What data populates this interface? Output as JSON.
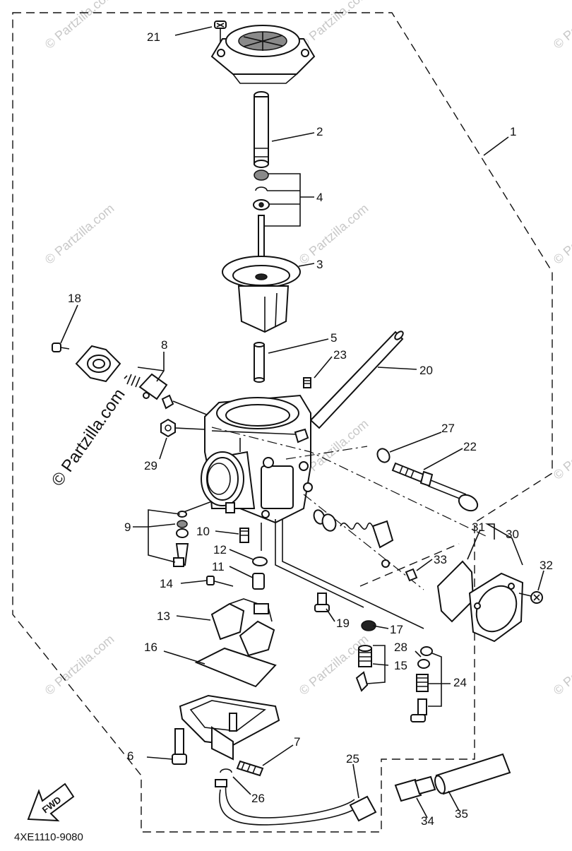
{
  "diagram_code": "4XE1110-9080",
  "fwd_label": "FWD",
  "watermark": "© Partzilla.com",
  "callouts": [
    "1",
    "2",
    "3",
    "4",
    "5",
    "6",
    "7",
    "8",
    "9",
    "10",
    "11",
    "12",
    "13",
    "14",
    "15",
    "16",
    "17",
    "18",
    "19",
    "20",
    "21",
    "22",
    "23",
    "24",
    "25",
    "26",
    "27",
    "28",
    "29",
    "30",
    "31",
    "32",
    "33",
    "34",
    "35"
  ]
}
